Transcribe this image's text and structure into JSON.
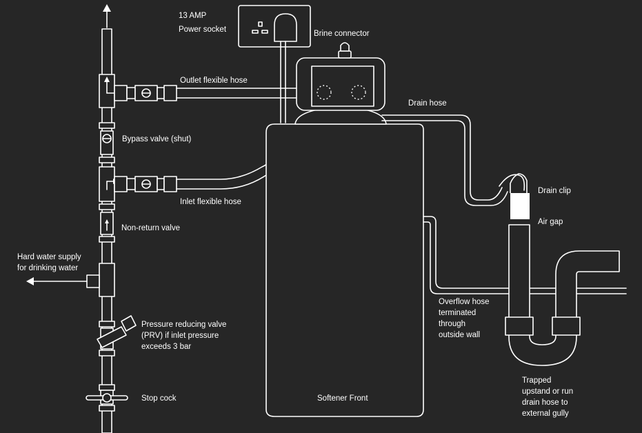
{
  "labels": {
    "power_socket_line1": "13 AMP",
    "power_socket_line2": "Power socket",
    "brine_connector": "Brine connector",
    "outlet_hose": "Outlet flexible hose",
    "drain_hose": "Drain hose",
    "bypass_valve": "Bypass valve (shut)",
    "inlet_hose": "Inlet flexible hose",
    "drain_clip": "Drain clip",
    "air_gap": "Air gap",
    "non_return_valve": "Non-return valve",
    "hard_water_line1": "Hard water supply",
    "hard_water_line2": "for drinking water",
    "overflow_line1": "Overflow hose",
    "overflow_line2": "terminated",
    "overflow_line3": "through",
    "overflow_line4": "outside wall",
    "prv_line1": "Pressure reducing valve",
    "prv_line2": "(PRV) if inlet pressure",
    "prv_line3": "exceeds 3 bar",
    "trapped_line1": "Trapped",
    "trapped_line2": "upstand or run",
    "trapped_line3": "drain hose to",
    "trapped_line4": "external gully",
    "stop_cock": "Stop cock",
    "softener_front": "Softener Front"
  },
  "colors": {
    "background": "#262626",
    "line": "#ffffff"
  }
}
